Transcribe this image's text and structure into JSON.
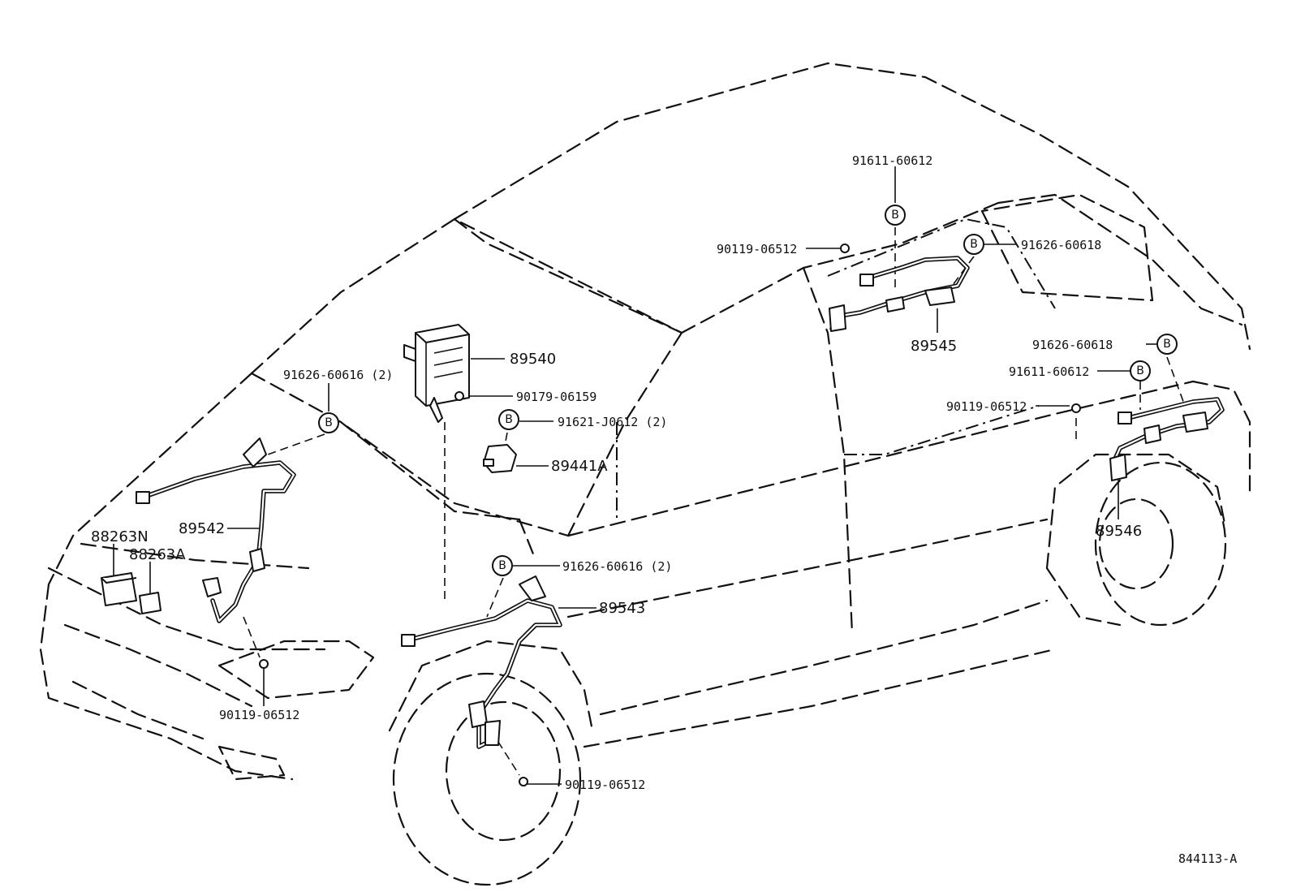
{
  "labels": {
    "p91611_60612_top": "91611-60612",
    "p90119_06512_roof": "90119-06512",
    "p91626_60618_top": "91626-60618",
    "p89545": "89545",
    "p91626_60618_rear": "91626-60618",
    "p91611_60612_rear": "91611-60612",
    "p90119_06512_rear": "90119-06512",
    "p89546": "89546",
    "p89540": "89540",
    "p90179_06159": "90179-06159",
    "p91621_J0612": "91621-J0612 (2)",
    "p89441A": "89441A",
    "p91626_60616_hood": "91626-60616 (2)",
    "p89542": "89542",
    "p88263N": "88263N",
    "p88263A": "88263A",
    "p90119_06512_front": "90119-06512",
    "p91626_60616_mid": "91626-60616 (2)",
    "p89543": "89543",
    "p90119_06512_wheel": "90119-06512",
    "diagram_code": "844113-A"
  },
  "badge_letter": "B",
  "line_color": "#111111",
  "background": "#ffffff"
}
